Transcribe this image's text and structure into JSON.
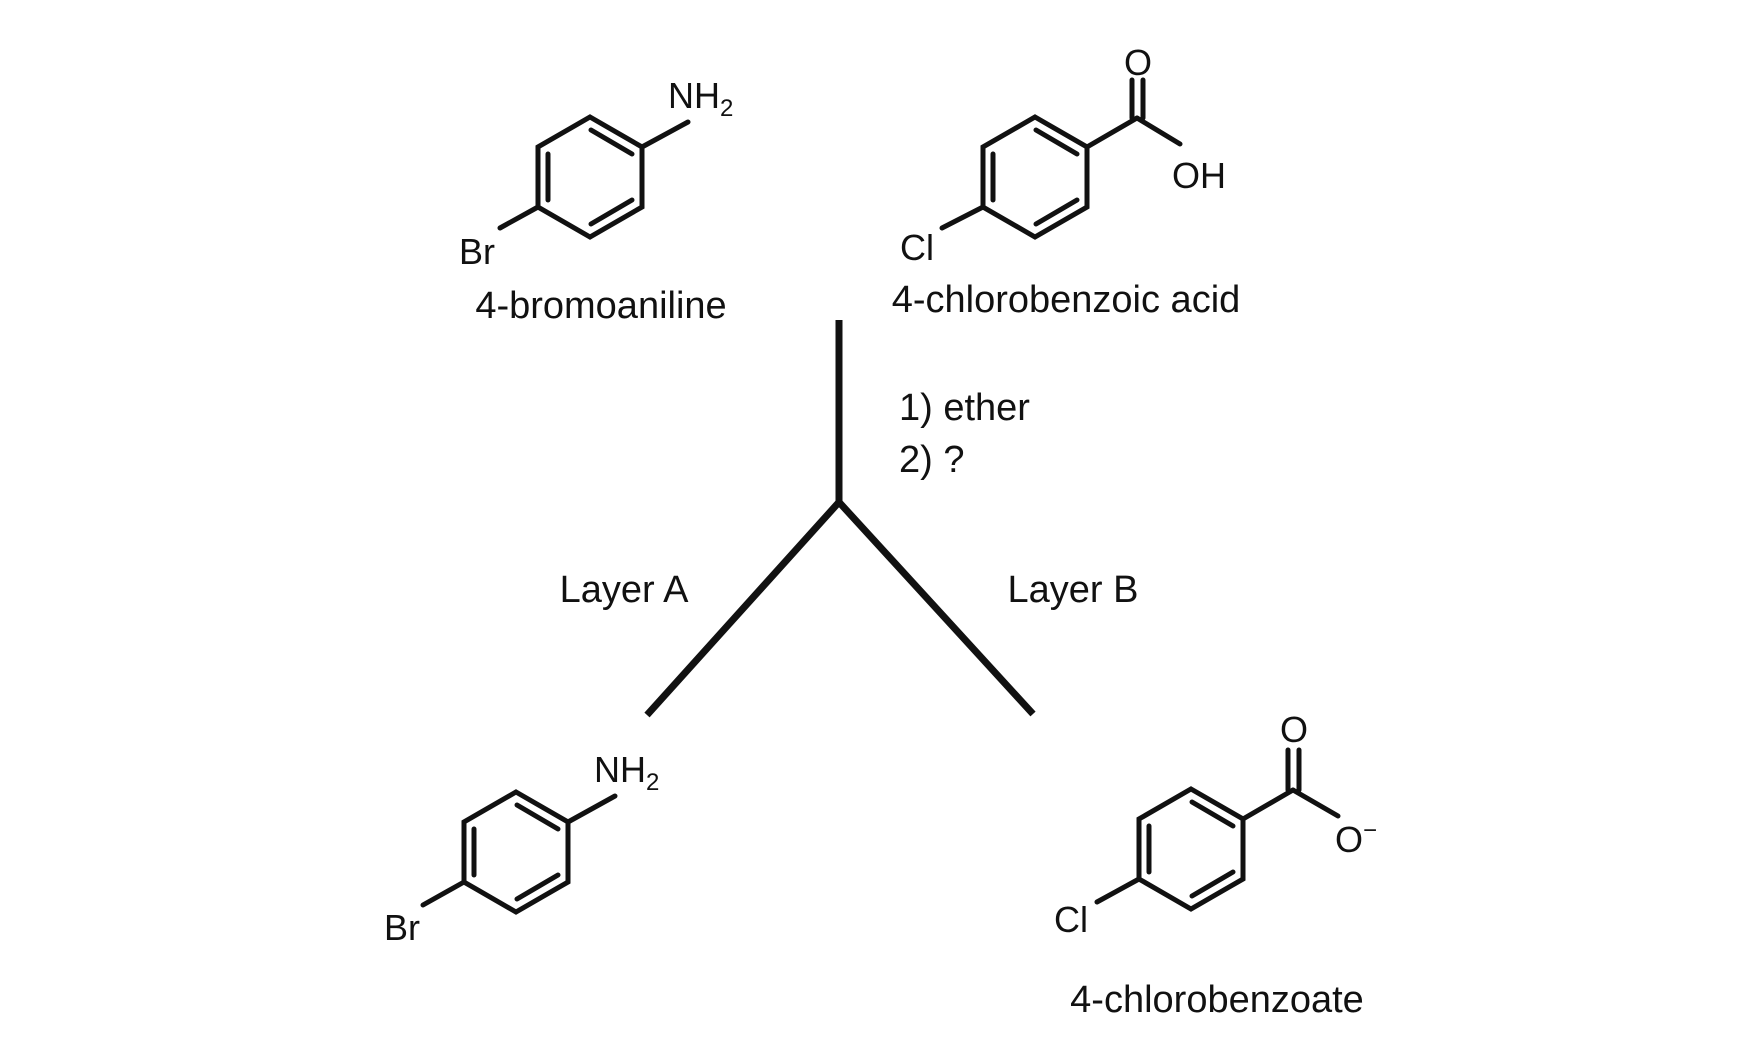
{
  "start": {
    "bromoaniline": {
      "name": "4-bromoaniline",
      "amine_atom": "NH",
      "amine_sub": "2",
      "halogen": "Br"
    },
    "chlorobenzoic_acid": {
      "name": "4-chlorobenzoic acid",
      "carbonyl_o": "O",
      "hydroxyl": "OH",
      "halogen": "Cl"
    }
  },
  "conditions": {
    "step1": "1) ether",
    "step2": "2) ?"
  },
  "layers": {
    "a": {
      "label": "Layer A"
    },
    "b": {
      "label": "Layer B"
    }
  },
  "products": {
    "layer_a": {
      "amine_atom": "NH",
      "amine_sub": "2",
      "halogen": "Br"
    },
    "layer_b": {
      "name": "4-chlorobenzoate",
      "carbonyl_o": "O",
      "oxide": "O",
      "charge": "−",
      "halogen": "Cl"
    }
  }
}
